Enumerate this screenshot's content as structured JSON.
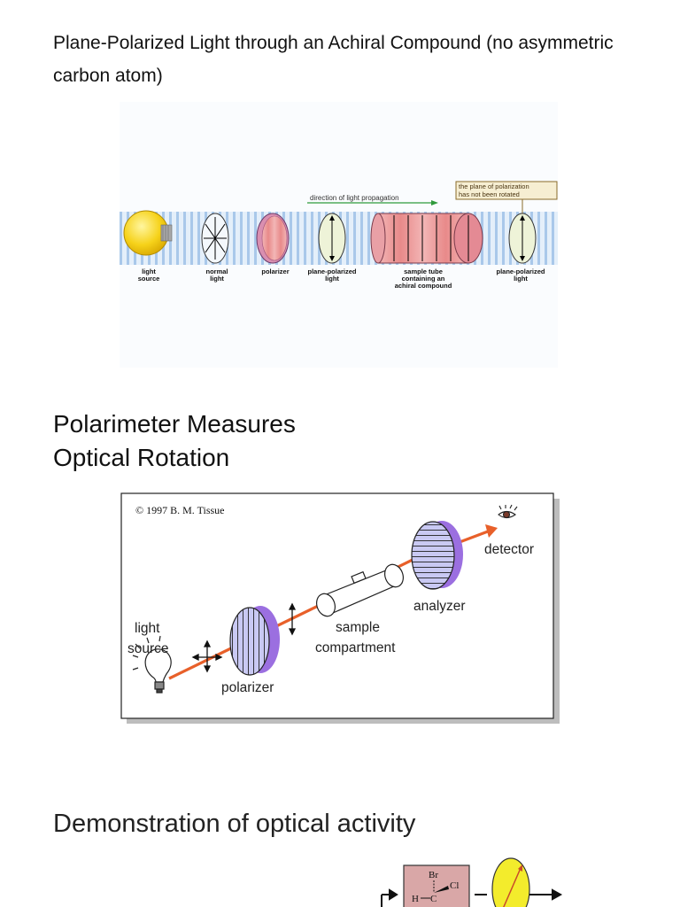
{
  "sections": {
    "section1": {
      "title": "Plane-Polarized Light through an Achiral Compound (no asymmetric carbon atom)",
      "figure": {
        "propagation_label": "direction of light propagation",
        "note_line1": "the plane of polarization",
        "note_line2": "has not been rotated",
        "labels": {
          "light_source": [
            "light",
            "source"
          ],
          "normal_light": [
            "normal",
            "light"
          ],
          "polarizer": [
            "polarizer"
          ],
          "plane_polarized_1": [
            "plane-polarized",
            "light"
          ],
          "sample_tube": [
            "sample tube",
            "containing an",
            "achiral compound"
          ],
          "plane_polarized_2": [
            "plane-polarized",
            "light"
          ]
        }
      }
    },
    "section2": {
      "title_line1": "Polarimeter Measures",
      "title_line2": "Optical Rotation",
      "figure": {
        "copyright": "© 1997 B. M. Tissue",
        "light_source": [
          "light",
          "source"
        ],
        "polarizer": "polarizer",
        "sample_compartment": [
          "sample",
          "compartment"
        ],
        "analyzer": "analyzer",
        "detector": "detector"
      }
    },
    "section3": {
      "title": "Demonstration of optical activity",
      "figure": {
        "atom_br": "Br",
        "atom_cl": "Cl",
        "atom_h": "H"
      }
    }
  },
  "colors": {
    "stripe_blue": "#a9c8ea",
    "bulb_yellow": "#f6d21a",
    "beam_orange": "#e8602a",
    "polarizer_purple": "#9b6fe0",
    "filter_lavender": "#b9b9ee"
  }
}
